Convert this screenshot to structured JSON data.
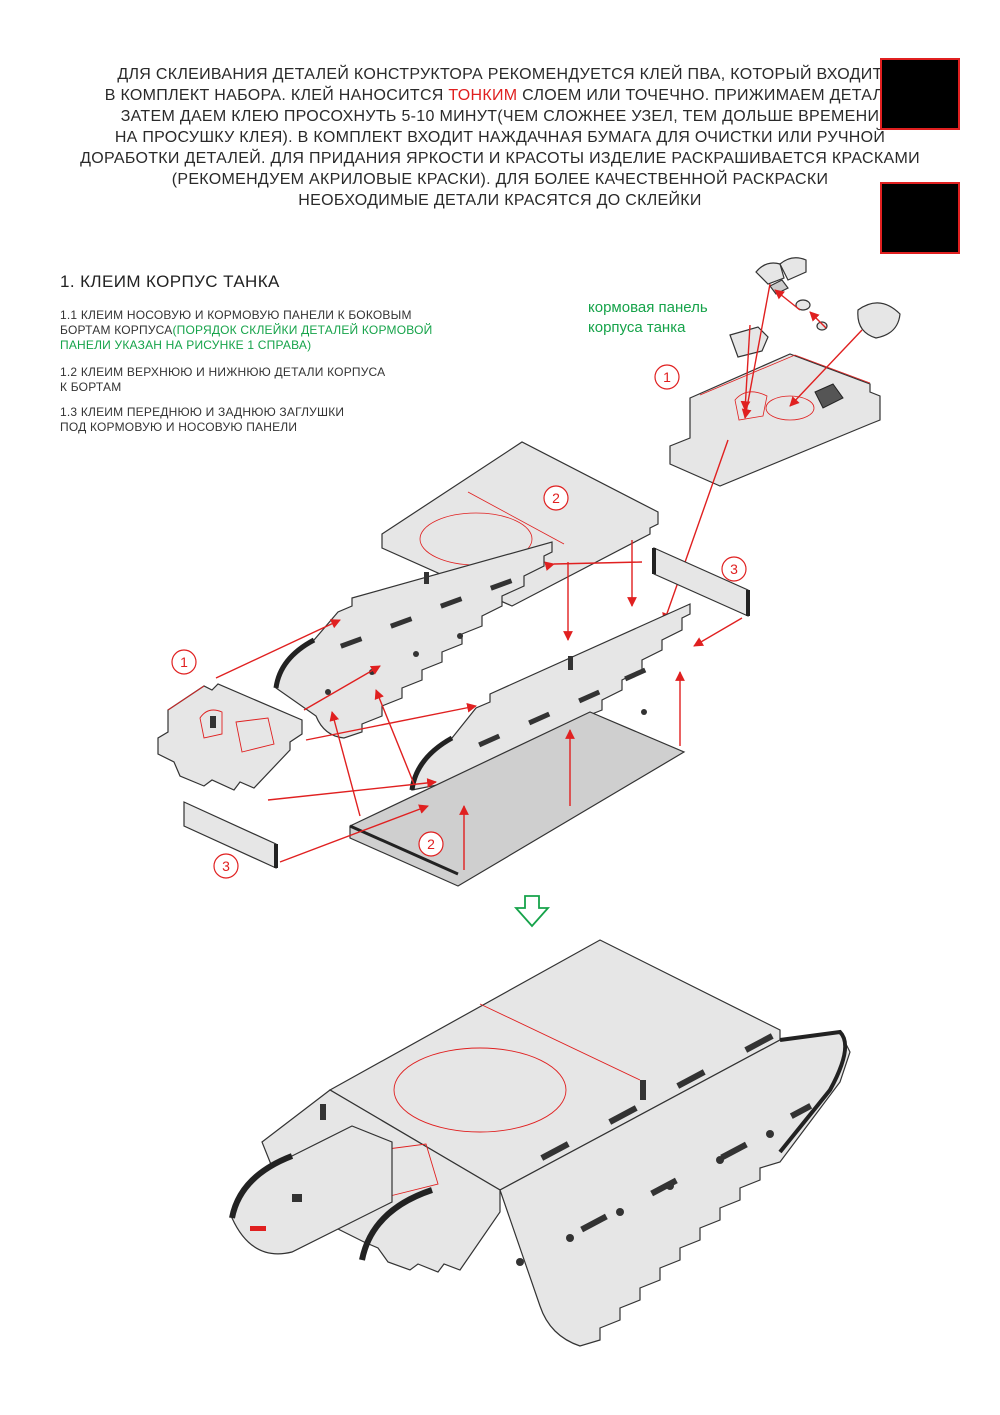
{
  "intro": {
    "line1": "ДЛЯ СКЛЕИВАНИЯ ДЕТАЛЕЙ КОНСТРУКТОРА РЕКОМЕНДУЕТСЯ КЛЕЙ ПВА, КОТОРЫЙ ВХОДИТ",
    "line2_pre": "В КОМПЛЕКТ НАБОРА. КЛЕЙ НАНОСИТСЯ ",
    "line2_emph": "ТОНКИМ",
    "line2_post": " СЛОЕМ ИЛИ ТОЧЕЧНО. ПРИЖИМАЕМ ДЕТАЛИ",
    "line3": "ЗАТЕМ ДАЕМ КЛЕЮ ПРОСОХНУТЬ 5-10 МИНУТ(ЧЕМ СЛОЖНЕЕ УЗЕЛ, ТЕМ ДОЛЬШЕ ВРЕМЕНИ",
    "line4": "НА ПРОСУШКУ КЛЕЯ). В КОМПЛЕКТ ВХОДИТ НАЖДАЧНАЯ БУМАГА ДЛЯ ОЧИСТКИ ИЛИ РУЧНОЙ",
    "line5": "ДОРАБОТКИ ДЕТАЛЕЙ. ДЛЯ ПРИДАНИЯ ЯРКОСТИ И КРАСОТЫ ИЗДЕЛИЕ РАСКРАШИВАЕТСЯ КРАСКАМИ",
    "line6": "(РЕКОМЕНДУЕМ АКРИЛОВЫЕ КРАСКИ). ДЛЯ БОЛЕЕ КАЧЕСТВЕННОЙ РАСКРАСКИ",
    "line7": "НЕОБХОДИМЫЕ ДЕТАЛИ КРАСЯТСЯ ДО СКЛЕЙКИ"
  },
  "section": {
    "title": "1. КЛЕИМ КОРПУС ТАНКА",
    "step1_line1": "1.1 КЛЕИМ НОСОВУЮ И КОРМОВУЮ ПАНЕЛИ К БОКОВЫМ",
    "step1_line2_pre": "БОРТАМ КОРПУСА",
    "step1_line2_green": "(ПОРЯДОК СКЛЕЙКИ ДЕТАЛЕЙ КОРМОВОЙ",
    "step1_line3_green": "ПАНЕЛИ УКАЗАН НА РИСУНКЕ 1 СПРАВА)",
    "step2_line1": "1.2 КЛЕИМ ВЕРХНЮЮ И НИЖНЮЮ ДЕТАЛИ КОРПУСА",
    "step2_line2": "К БОРТАМ",
    "step3_line1": "1.3 КЛЕИМ ПЕРЕДНЮЮ И ЗАДНЮЮ ЗАГЛУШКИ",
    "step3_line2": "ПОД КОРМОВУЮ И НОСОВУЮ ПАНЕЛИ"
  },
  "diagram": {
    "stern_label_line1": "кормовая панель",
    "stern_label_line2": "корпуса танка",
    "marker_1": "1",
    "marker_2": "2",
    "marker_3": "3"
  },
  "colors": {
    "accent_red": "#e02020",
    "accent_green": "#16a34a",
    "part_fill": "#e6e6e6",
    "outline": "#333333"
  },
  "icons": {
    "down_arrow": "down-arrow-icon"
  }
}
